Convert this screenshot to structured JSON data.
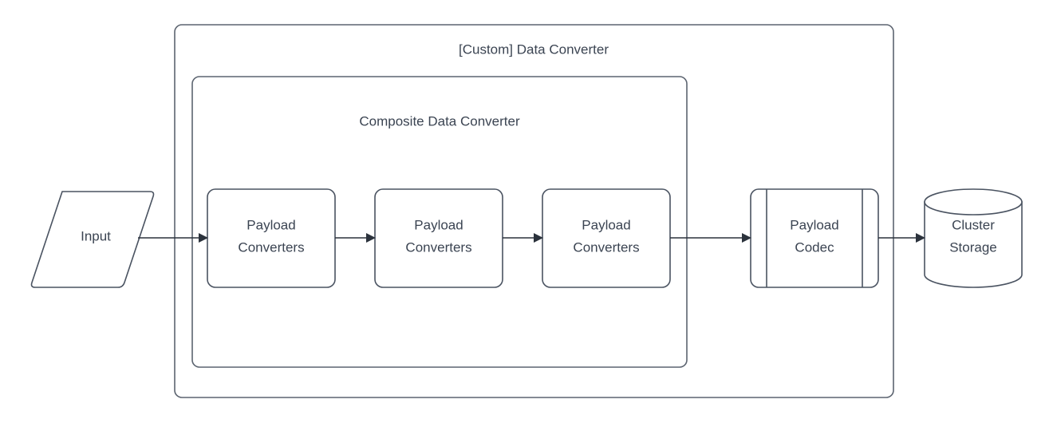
{
  "diagram": {
    "title_visible": false,
    "colors": {
      "shape_stroke": "#4a5361",
      "container_stroke": "#5c6470",
      "text": "#3b4452",
      "edge": "#2b323c",
      "background": "#ffffff"
    },
    "containers": [
      {
        "id": "custom-data-converter",
        "label": "[Custom] Data Converter",
        "shape": "rounded-rectangle"
      },
      {
        "id": "composite-data-converter",
        "label": "Composite Data Converter",
        "shape": "rounded-rectangle"
      }
    ],
    "nodes": [
      {
        "id": "input",
        "label": "Input",
        "shape": "parallelogram"
      },
      {
        "id": "payload-converters-1",
        "label_line1": "Payload",
        "label_line2": "Converters",
        "shape": "rounded-rectangle"
      },
      {
        "id": "payload-converters-2",
        "label_line1": "Payload",
        "label_line2": "Converters",
        "shape": "rounded-rectangle"
      },
      {
        "id": "payload-converters-3",
        "label_line1": "Payload",
        "label_line2": "Converters",
        "shape": "rounded-rectangle"
      },
      {
        "id": "payload-codec",
        "label_line1": "Payload",
        "label_line2": "Codec",
        "shape": "predefined-process"
      },
      {
        "id": "cluster-storage",
        "label_line1": "Cluster",
        "label_line2": "Storage",
        "shape": "cylinder"
      }
    ],
    "edges": [
      {
        "id": "input-to-converters-1",
        "from": "input",
        "to": "payload-converters-1",
        "arrow": "single"
      },
      {
        "id": "converters-1-to-converters-2",
        "from": "payload-converters-1",
        "to": "payload-converters-2",
        "arrow": "single"
      },
      {
        "id": "converters-2-to-converters-3",
        "from": "payload-converters-2",
        "to": "payload-converters-3",
        "arrow": "single"
      },
      {
        "id": "converters-3-to-codec",
        "from": "payload-converters-3",
        "to": "payload-codec",
        "arrow": "single"
      },
      {
        "id": "codec-to-storage",
        "from": "payload-codec",
        "to": "cluster-storage",
        "arrow": "single"
      }
    ]
  }
}
